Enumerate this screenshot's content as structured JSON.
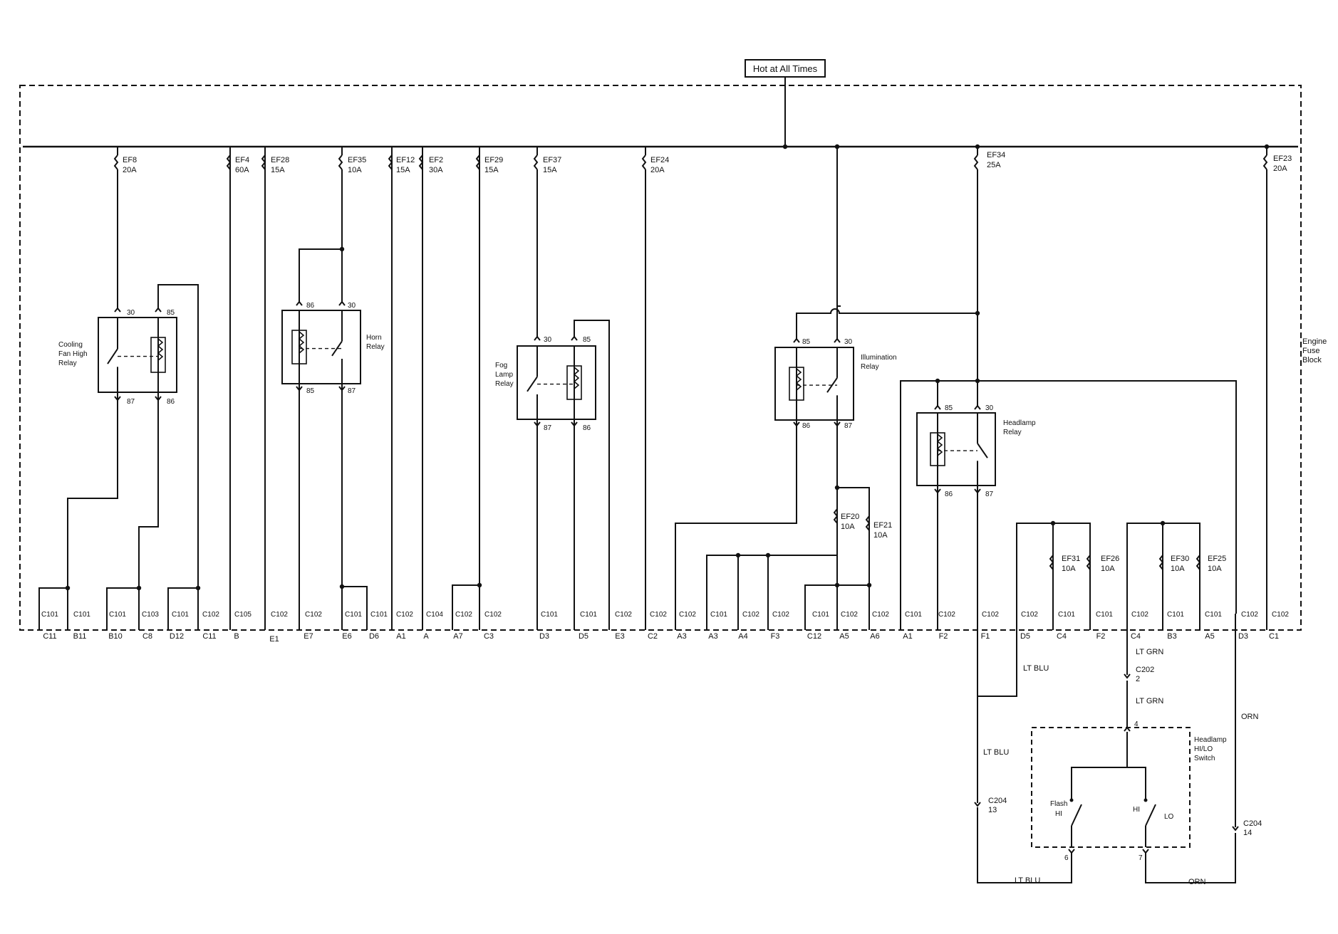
{
  "header": {
    "title": "Hot at All Times"
  },
  "block": {
    "name_lines": [
      "Engine",
      "Fuse",
      "Block"
    ]
  },
  "fuses": [
    {
      "id": "EF8",
      "rating": "20A"
    },
    {
      "id": "EF4",
      "rating": "60A"
    },
    {
      "id": "EF28",
      "rating": "15A"
    },
    {
      "id": "EF35",
      "rating": "10A"
    },
    {
      "id": "EF12",
      "rating": "15A"
    },
    {
      "id": "EF2",
      "rating": "30A"
    },
    {
      "id": "EF29",
      "rating": "15A"
    },
    {
      "id": "EF37",
      "rating": "15A"
    },
    {
      "id": "EF24",
      "rating": "20A"
    },
    {
      "id": "EF34",
      "rating": "25A"
    },
    {
      "id": "EF23",
      "rating": "20A"
    },
    {
      "id": "EF20",
      "rating": "10A"
    },
    {
      "id": "EF21",
      "rating": "10A"
    },
    {
      "id": "EF31",
      "rating": "10A"
    },
    {
      "id": "EF26",
      "rating": "10A"
    },
    {
      "id": "EF30",
      "rating": "10A"
    },
    {
      "id": "EF25",
      "rating": "10A"
    }
  ],
  "relays": [
    {
      "name_lines": [
        "Cooling",
        "Fan High",
        "Relay"
      ],
      "pins": [
        "30",
        "85",
        "87",
        "86"
      ]
    },
    {
      "name_lines": [
        "Horn",
        "Relay"
      ],
      "pins": [
        "86",
        "30",
        "85",
        "87"
      ]
    },
    {
      "name_lines": [
        "Fog",
        "Lamp",
        "Relay"
      ],
      "pins": [
        "30",
        "85",
        "87",
        "86"
      ]
    },
    {
      "name_lines": [
        "Illumination",
        "Relay"
      ],
      "pins": [
        "85",
        "30",
        "86",
        "87"
      ]
    },
    {
      "name_lines": [
        "Headlamp",
        "Relay"
      ],
      "pins": [
        "85",
        "30",
        "86",
        "87"
      ]
    }
  ],
  "connectors": [
    {
      "conn": "C101",
      "pin": "C11"
    },
    {
      "conn": "C101",
      "pin": "B11"
    },
    {
      "conn": "C101",
      "pin": "B10"
    },
    {
      "conn": "C103",
      "pin": "C8"
    },
    {
      "conn": "C101",
      "pin": "D12"
    },
    {
      "conn": "C102",
      "pin": "C11"
    },
    {
      "conn": "C105",
      "pin": "B"
    },
    {
      "conn": "C102",
      "pin": "E1"
    },
    {
      "conn": "C102",
      "pin": "E7"
    },
    {
      "conn": "C101",
      "pin": "E6"
    },
    {
      "conn": "C101",
      "pin": "D6"
    },
    {
      "conn": "C102",
      "pin": "A1"
    },
    {
      "conn": "C104",
      "pin": "A"
    },
    {
      "conn": "C102",
      "pin": "A7"
    },
    {
      "conn": "C102",
      "pin": "C3"
    },
    {
      "conn": "C101",
      "pin": "D3"
    },
    {
      "conn": "C101",
      "pin": "D5"
    },
    {
      "conn": "C102",
      "pin": "E3"
    },
    {
      "conn": "C102",
      "pin": "C2"
    },
    {
      "conn": "C102",
      "pin": "A3"
    },
    {
      "conn": "C101",
      "pin": "A3"
    },
    {
      "conn": "C102",
      "pin": "A4"
    },
    {
      "conn": "C102",
      "pin": "F3"
    },
    {
      "conn": "C101",
      "pin": "C12"
    },
    {
      "conn": "C102",
      "pin": "A5"
    },
    {
      "conn": "C102",
      "pin": "A6"
    },
    {
      "conn": "C101",
      "pin": "A1"
    },
    {
      "conn": "C102",
      "pin": "F2"
    },
    {
      "conn": "C102",
      "pin": "F1"
    },
    {
      "conn": "C102",
      "pin": "D5"
    },
    {
      "conn": "C101",
      "pin": "C4"
    },
    {
      "conn": "C101",
      "pin": "F2"
    },
    {
      "conn": "C102",
      "pin": "C4"
    },
    {
      "conn": "C101",
      "pin": "B3"
    },
    {
      "conn": "C101",
      "pin": "A5"
    },
    {
      "conn": "C102",
      "pin": "D3"
    },
    {
      "conn": "C102",
      "pin": "C1"
    }
  ],
  "wires": {
    "lt_blu": "LT BLU",
    "lt_grn": "LT GRN",
    "orn": "ORN"
  },
  "inline_connectors": [
    {
      "name": "C202",
      "pin": "2"
    },
    {
      "name": "C204",
      "pin": "13"
    },
    {
      "name": "C204",
      "pin": "14"
    }
  ],
  "switch": {
    "name_lines": [
      "Headlamp",
      "HI/LO",
      "Switch"
    ],
    "pin_top": "4",
    "pin_left": "6",
    "pin_right": "7",
    "left_contacts": [
      "Flash",
      "HI"
    ],
    "right_contacts": [
      "HI",
      "LO"
    ]
  }
}
